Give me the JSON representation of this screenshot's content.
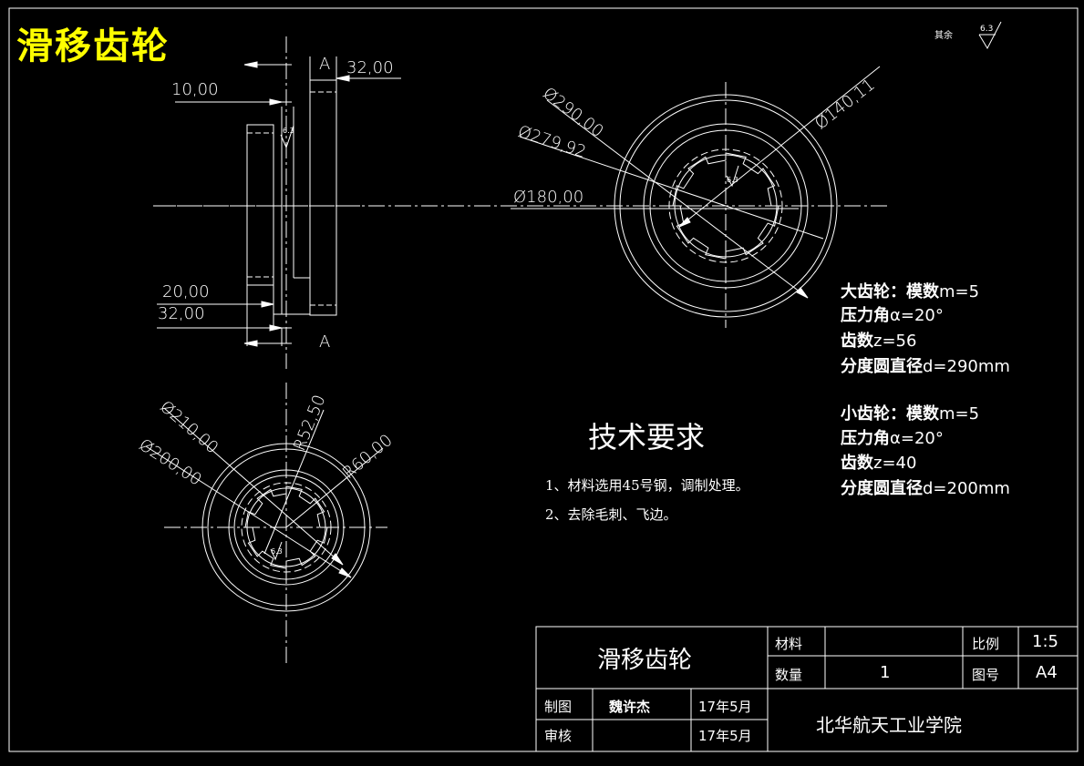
{
  "drawing_title": "滑移齿轮",
  "surface_finish": {
    "label": "其余",
    "value": "6.3"
  },
  "roughness_mark": "6.3",
  "side_view": {
    "section_label_top": "A",
    "section_label_bottom": "A",
    "dim_top_right": "32,00",
    "dim_top_left": "10,00",
    "dim_bottom_1": "20,00",
    "dim_bottom_2": "32,00"
  },
  "large_gear_view": {
    "dia_outer": "Ø290,00",
    "dia_pitch": "Ø279,92",
    "dia_hub": "Ø180,00",
    "dia_bore": "Ø140,11"
  },
  "small_gear_view": {
    "dia_outer": "Ø210,00",
    "dia_pitch": "Ø200,00",
    "radius_1": "R52,50",
    "radius_2": "R60,00"
  },
  "large_gear_spec": {
    "module_label": "大齿轮：模数",
    "module_value": "m=5",
    "pressure_label": "压力角",
    "pressure_value": "α=20°",
    "teeth_label": "齿数",
    "teeth_value": "z=56",
    "pitch_label": "分度圆直径",
    "pitch_value": "d=290mm"
  },
  "small_gear_spec": {
    "module_label": "小齿轮：模数",
    "module_value": "m=5",
    "pressure_label": "压力角",
    "pressure_value": "α=20°",
    "teeth_label": "齿数",
    "teeth_value": "z=40",
    "pitch_label": "分度圆直径",
    "pitch_value": "d=200mm"
  },
  "tech_requirements": {
    "title": "技术要求",
    "items": [
      "1、材料选用45号钢，调制处理。",
      "2、去除毛刺、飞边。"
    ]
  },
  "title_block": {
    "part_name": "滑移齿轮",
    "material_label": "材料",
    "material_value": "",
    "scale_label": "比例",
    "scale_value": "1:5",
    "quantity_label": "数量",
    "quantity_value": "1",
    "sheet_label": "图号",
    "sheet_value": "A4",
    "drawn_label": "制图",
    "drawn_by": "魏许杰",
    "drawn_date": "17年5月",
    "checked_label": "审核",
    "checked_by": "",
    "checked_date": "17年5月",
    "school": "北华航天工业学院"
  }
}
